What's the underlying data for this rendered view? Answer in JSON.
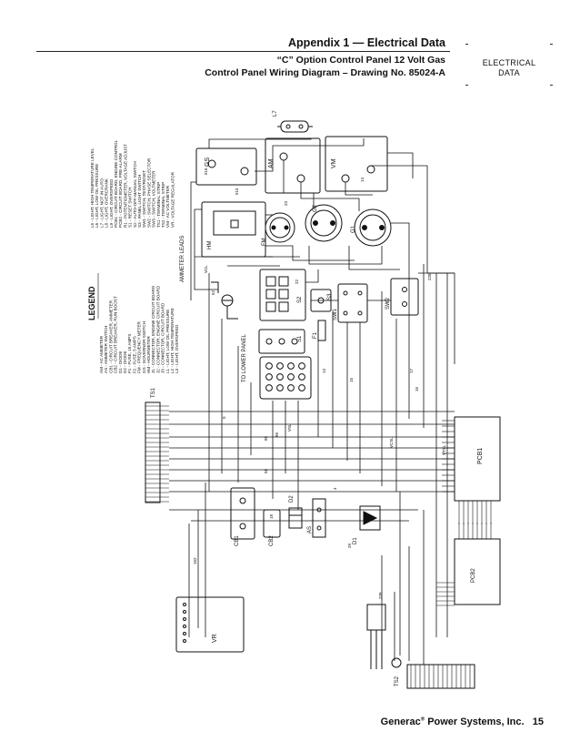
{
  "header": {
    "title": "Appendix 1 — Electrical Data",
    "subtitle1": "“C” Option Control Panel 12 Volt Gas",
    "subtitle2": "Control Panel Wiring Diagram – Drawing No. 85024-A"
  },
  "side_tab": {
    "line1": "ELECTRICAL",
    "line2": "DATA"
  },
  "footer": {
    "brand": "Generac",
    "mark": "®",
    "company": "Power Systems, Inc.",
    "page": "15"
  },
  "legend": {
    "title": "LEGEND",
    "col1": [
      "AM - AC AMMETER",
      "AS - AMMETER SWITCH",
      "CB1 - CIRCUIT BREAKER, AMMETER",
      "CB2 - CIRCUIT BREAKER, RUN BOOST",
      "D1 - DIODE",
      "D2 - DIODE",
      "F1 - FUSE, 15 AMPS",
      "F2 - FUSE, 5 AMPS",
      "FM - FREQUENCY METER",
      "GS - GOVERNOR SWITCH",
      "HM - HOURMETER",
      "J1 - CONNECTOR, ENGINE CIRCUIT BOARD",
      "J2 - CONNECTOR, ENGINE CIRCUIT BOARD",
      "J3 - CONNECTOR, CIRCUIT BOARD",
      "L1 - LIGHT, LOW OIL PRESSURE",
      "L2 - LIGHT, HIGH TEMPERATURE",
      "L3 - LIGHT, OVERSPEED"
    ],
    "col2": [
      "L5 - LIGHT, HIGH TEMPERATURE LEVEL",
      "L6 - LIGHT, LOW OIL PRESSURE",
      "L7 - LIGHT, NOT IN AUTO",
      "L8 - LIGHT, OVERCRANK",
      "L9 - LIGHT, OVERSPEED",
      "PCB1 - CIRCUIT BOARD, ENGINE CONTROL",
      "PCB2 - CIRCUIT BOARD, PRE-ALARM",
      "R1 - POTENTIOMETER, VOLTAGE ADJUST",
      "S1 - RESET SWITCH",
      "S2 - AUTO-OFF-MANUAL SWITCH",
      "S3 - PANEL LIGHT SWITCH",
      "SW1 - SWITCH, TEST/RESET",
      "SW2 - SWITCH, PHASE SELECTOR",
      "SW3 - SWITCH, VOLTMETER",
      "TS1 - TERMINAL STRIP",
      "TS2 - TERMINAL STRIP",
      "VM - AC VOLTMETER",
      "VR - VOLTAGE REGULATOR"
    ]
  },
  "components": {
    "gs": "GS",
    "hm": "HM",
    "l7": "L7",
    "vm": "VM",
    "am": "AM",
    "fm": "FM",
    "g1": "G1",
    "g2": "G2",
    "ac_leads": "AMMETER LEADS",
    "to_lower_panel": "TO LOWER PANEL",
    "sw1": "SW1",
    "sw2": "SW2",
    "s1": "S1",
    "s2": "S2",
    "s3": "S3",
    "f1": "F1",
    "ts1": "TS1",
    "ts2": "TS2",
    "pcb1": "PCB1",
    "pcb2": "PCB2",
    "vr": "VR",
    "cb1": "CB1",
    "cb2": "CB2",
    "d1": "D1",
    "d2": "D2",
    "as": "AS"
  },
  "wires": {
    "w0": "0",
    "w4": "4",
    "w13": "13",
    "w14": "14",
    "w15": "15",
    "w16": "16",
    "w17": "17",
    "w18": "18",
    "w22": "22",
    "w23": "23",
    "w29": "29",
    "w56": "56",
    "w85": "85",
    "w86": "86",
    "w228": "228",
    "w239": "239",
    "w162": "162",
    "w515": "515",
    "w516": "516",
    "w52": "52",
    "vcl": "VCL",
    "vsl": "VSL",
    "vtsl": "VTSL",
    "vcsl": "VCSL"
  }
}
